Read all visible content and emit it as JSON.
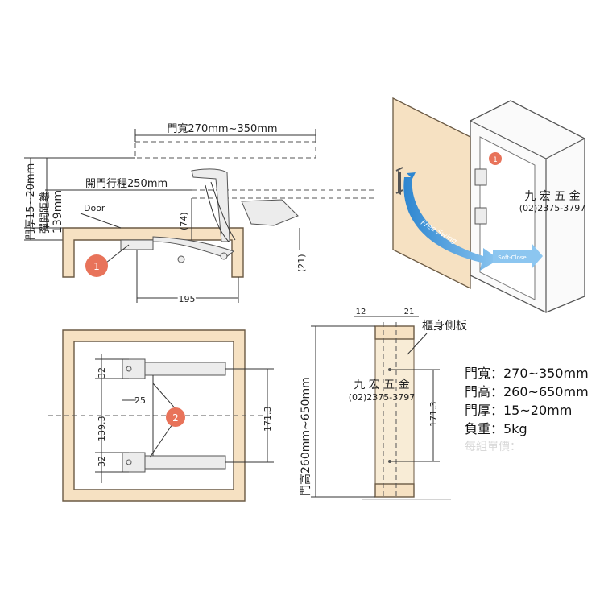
{
  "top_view": {
    "door_width": "門寬270mm~350mm",
    "open_travel": "開門行程250mm",
    "door_thickness": "門厚15~20mm",
    "pop_open_distance": "彈開距離",
    "pop_open_value": "139mm",
    "door_label": "Door",
    "dim_74": "(74)",
    "dim_21": "(21)",
    "dim_195": "195",
    "callout": "1"
  },
  "cabinet_3d": {
    "callout": "1",
    "free_swing": "Free Swing",
    "soft_close": "Soft-Close",
    "shop_name": "九 宏 五 金",
    "shop_phone": "(02)2375-3797"
  },
  "front_view": {
    "dim_32_top": "32",
    "dim_25": "25",
    "dim_139_3": "139.3",
    "dim_32_bottom": "32",
    "dim_171_3": "171.3",
    "callout": "2"
  },
  "side_view": {
    "dim_12": "12",
    "dim_21": "21",
    "panel_label": "櫃身側板",
    "door_height_range": "門高260mm~650mm",
    "dim_171_3": "171.3",
    "shop_name": "九 宏 五 金",
    "shop_phone": "(02)2375-3797"
  },
  "specs": [
    {
      "label": "門寬：270~350mm"
    },
    {
      "label": "門高：260~650mm"
    },
    {
      "label": "門厚：15~20mm"
    },
    {
      "label": "負重：5kg"
    },
    {
      "label": "每組單價："
    }
  ],
  "colors": {
    "wood": "#f6e1c2",
    "callout": "#e8735a",
    "arrow": "#4a9ad8"
  }
}
